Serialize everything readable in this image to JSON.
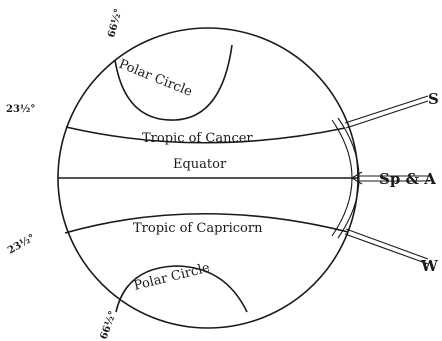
{
  "labels": {
    "polar_circle_north": "Polar Circle",
    "polar_circle_south": "Polar Circle",
    "tropic_cancer": "Tropic of Cancer",
    "equator": "Equator",
    "tropic_capricorn": "Tropic of Capricorn",
    "angle_top": "66½°",
    "angle_upper_left": "23½°",
    "angle_lower_left": "23½°",
    "angle_bottom": "66½°",
    "ray_s": "S",
    "ray_spa": "Sp & A",
    "ray_w": "W"
  }
}
